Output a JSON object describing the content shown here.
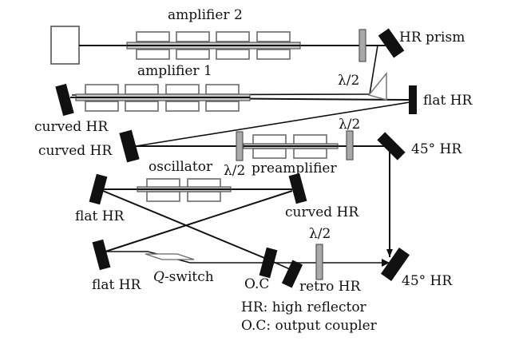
{
  "figure": {
    "labels": {
      "amplifier2": "amplifier 2",
      "amplifier1": "amplifier 1",
      "hr_prism": "HR prism",
      "flat_hr_top": "flat HR",
      "curved_hr_1": "curved HR",
      "curved_hr_2": "curved HR",
      "lambda_half_prism": "λ/2",
      "lambda_half_pre_right": "λ/2",
      "lambda_half_pre_left": "λ/2",
      "lambda_half_out": "λ/2",
      "hr45_top": "45° HR",
      "hr45_bottom": "45° HR",
      "oscillator": "oscillator",
      "preamplifier": "preamplifier",
      "flat_hr_osc_top": "flat HR",
      "curved_hr_osc": "curved HR",
      "flat_hr_osc_bottom": "flat HR",
      "q_switch_q": "Q",
      "q_switch_rest": "-switch",
      "oc": "O.C",
      "retro_hr": "retro HR",
      "legend_hr": "HR: high reflector",
      "legend_oc": "O.C: output coupler"
    },
    "components": {
      "amplifier2_modules": 4,
      "amplifier1_modules": 4,
      "preamplifier_modules": 2,
      "oscillator_modules": 2
    }
  }
}
